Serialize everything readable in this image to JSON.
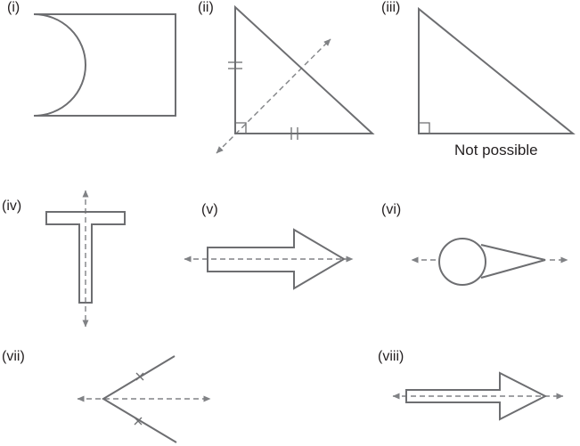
{
  "figures": [
    {
      "id": "i",
      "label": "(i)"
    },
    {
      "id": "ii",
      "label": "(ii)"
    },
    {
      "id": "iii",
      "label": "(iii)",
      "caption": "Not possible"
    },
    {
      "id": "iv",
      "label": "(iv)"
    },
    {
      "id": "v",
      "label": "(v)"
    },
    {
      "id": "vi",
      "label": "(vi)"
    },
    {
      "id": "vii",
      "label": "(vii)"
    },
    {
      "id": "viii",
      "label": "(viii)"
    }
  ],
  "colors": {
    "shape_stroke": "#6d6e71",
    "symmetry_line": "#808285",
    "text": "#231f20"
  }
}
